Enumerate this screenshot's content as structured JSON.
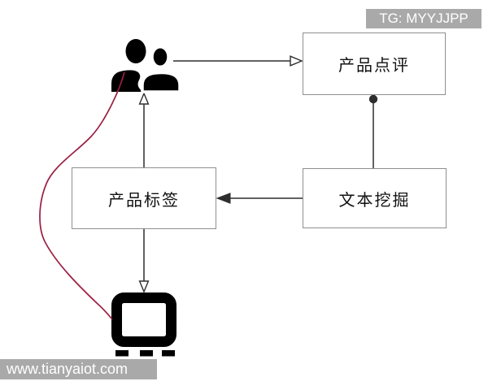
{
  "watermarks": {
    "telegram": "TG: MYYJJPP",
    "website": "www.tianyaiot.com"
  },
  "diagram": {
    "nodes": [
      {
        "id": "product-review",
        "label": "产品点评"
      },
      {
        "id": "product-tags",
        "label": "产品标签"
      },
      {
        "id": "text-mining",
        "label": "文本挖掘"
      }
    ],
    "icons": [
      {
        "id": "users-icon"
      },
      {
        "id": "monitor-icon"
      }
    ],
    "edges": [
      {
        "from": "users-icon",
        "to": "product-review",
        "style": "open-arrow"
      },
      {
        "from": "text-mining",
        "to": "product-review",
        "style": "line-with-dot-terminal"
      },
      {
        "from": "text-mining",
        "to": "product-tags",
        "style": "solid-arrow"
      },
      {
        "from": "product-tags",
        "to": "users-icon",
        "style": "open-arrow"
      },
      {
        "from": "product-tags",
        "to": "monitor-icon",
        "style": "open-arrow"
      },
      {
        "from": "users-icon",
        "to": "monitor-icon",
        "style": "red-curve"
      }
    ],
    "colors": {
      "line": "#2e2e2e",
      "node_border": "#8f8f8f",
      "node_text": "#111111",
      "red_accent": "#9b1f42",
      "watermark_bg": "#a9a9a9",
      "watermark_text": "#ffffff",
      "icon_fill": "#000000",
      "background": "#ffffff"
    }
  }
}
